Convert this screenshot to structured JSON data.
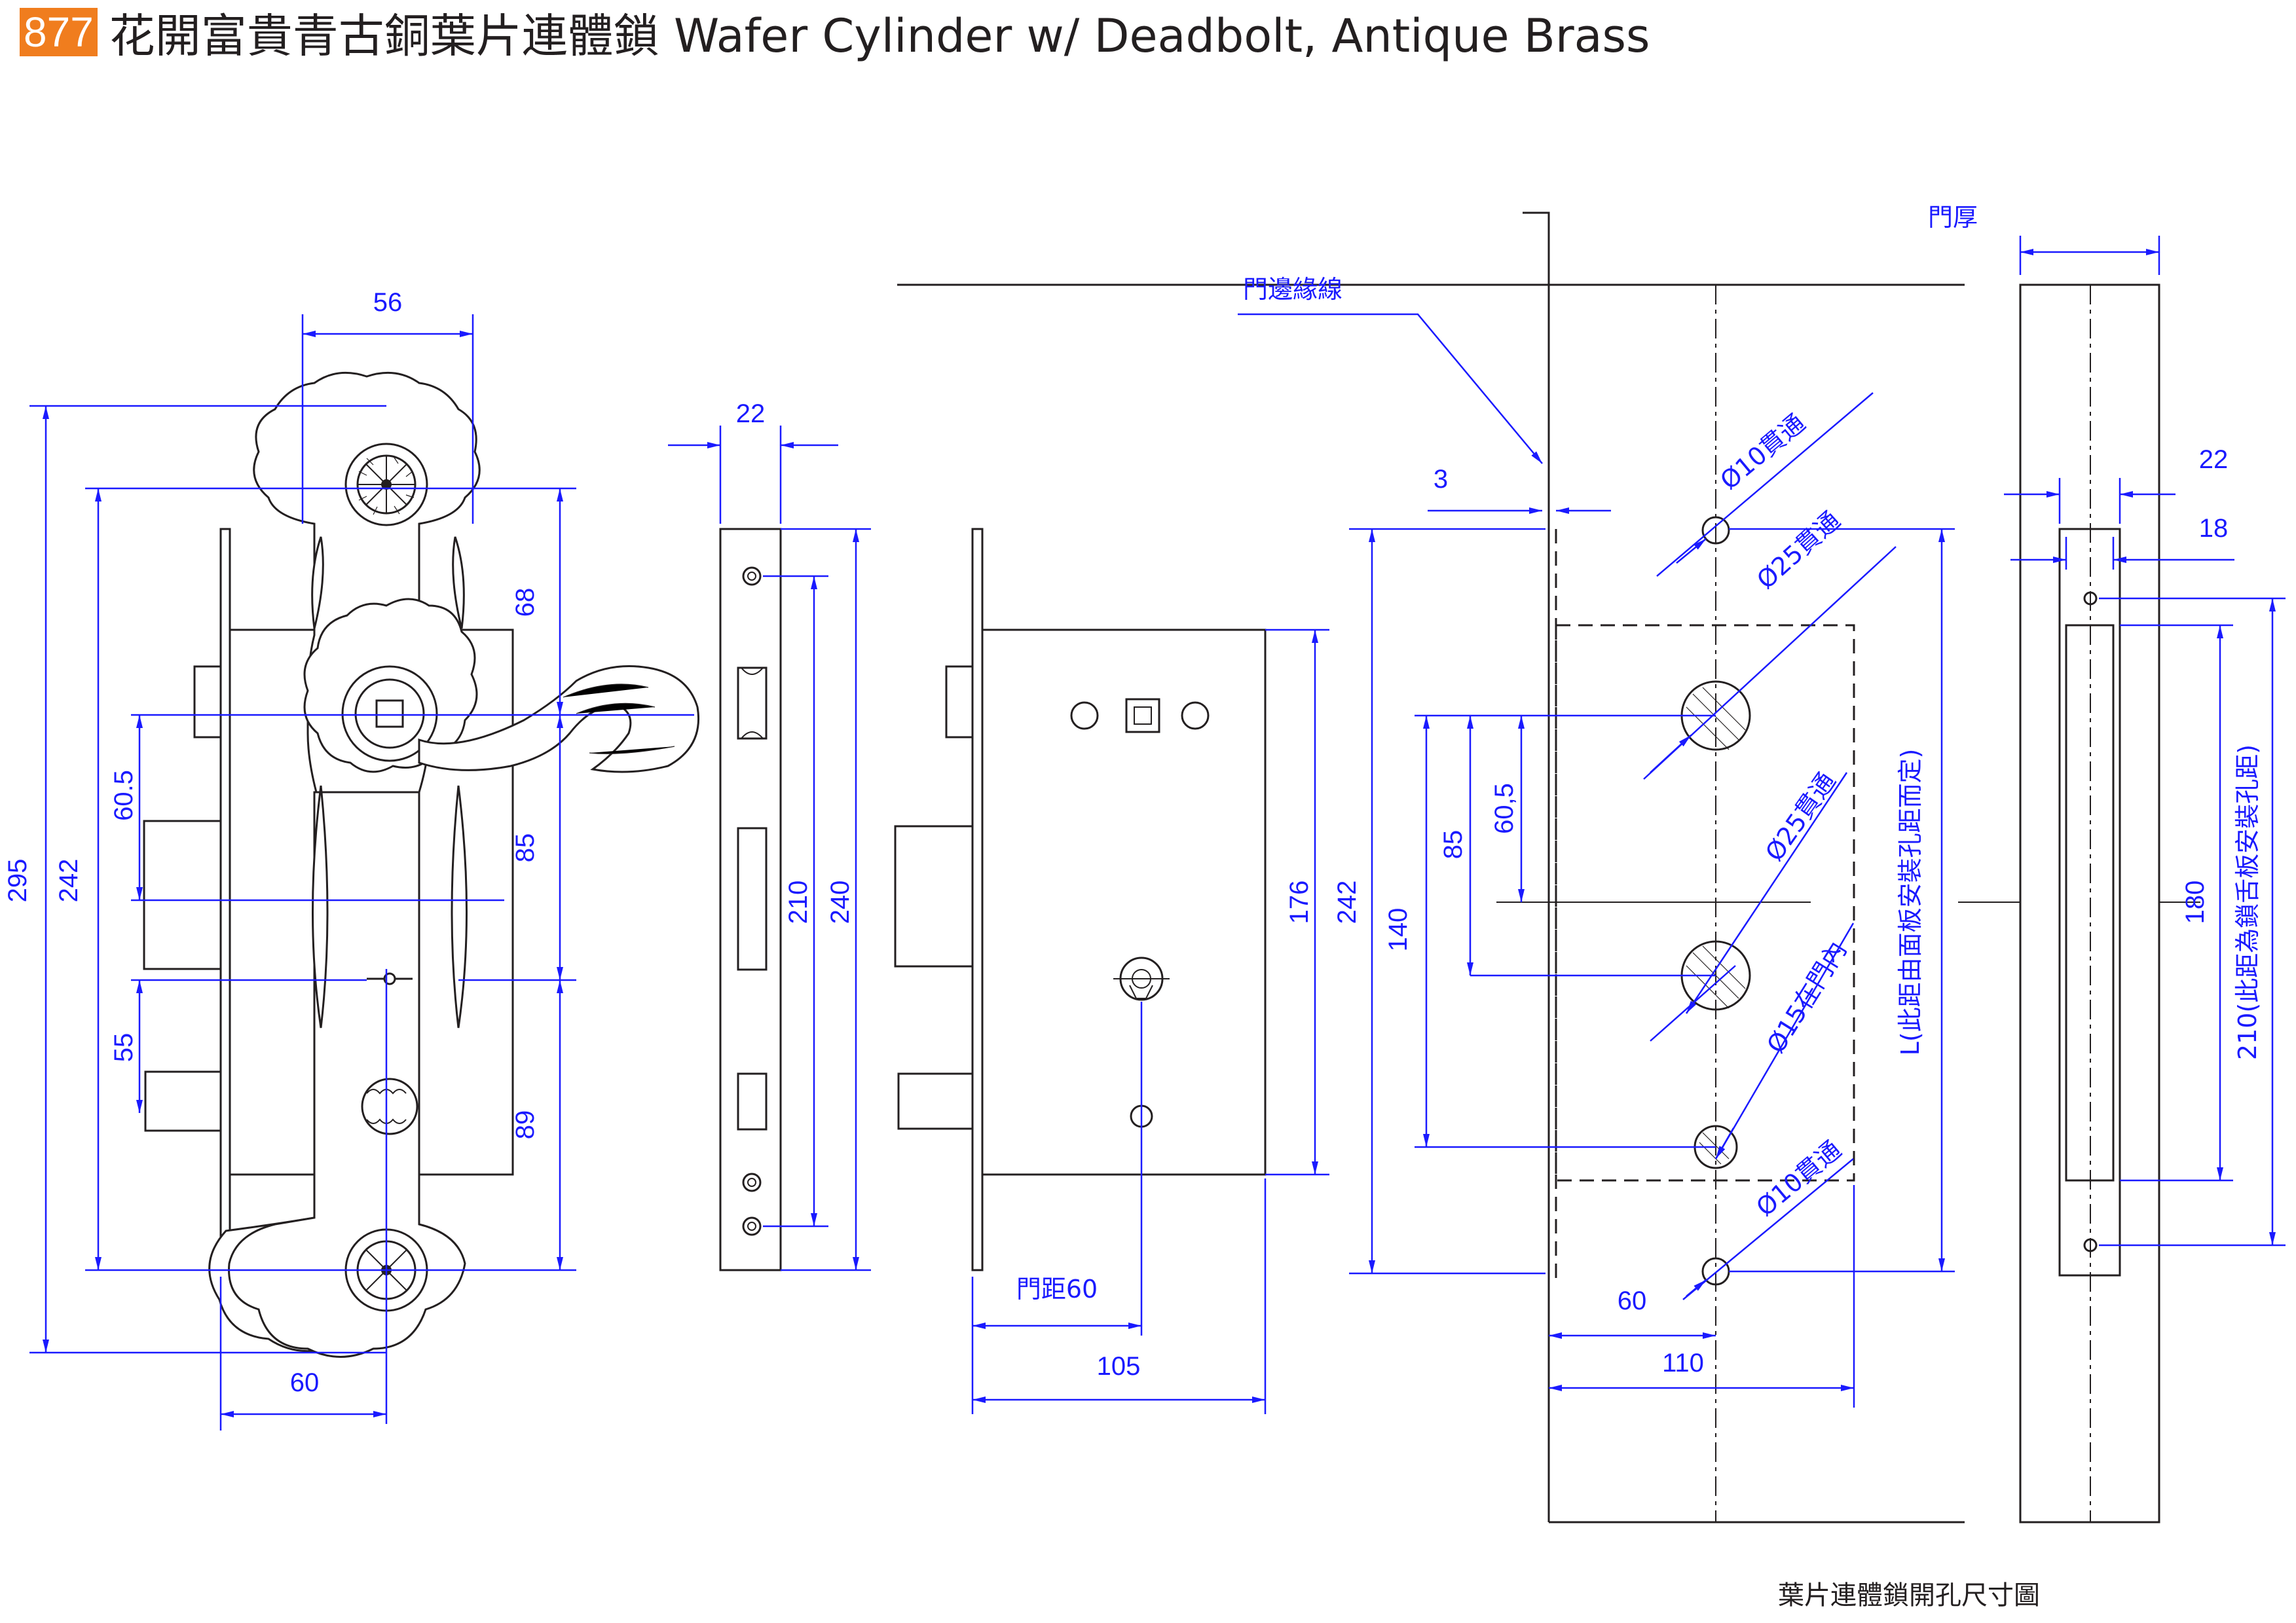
{
  "header": {
    "model_number": "877",
    "title": "花開富貴青古銅葉片連體鎖 Wafer Cylinder w/ Deadbolt, Antique Brass"
  },
  "colors": {
    "badge": "#f07d1e",
    "dimension": "#1a1aff",
    "outline": "#231f20"
  },
  "front_view": {
    "width_top": "56",
    "height_outer": "295",
    "height_plate": "242",
    "upper_height": "68",
    "spindle_to_key": "85",
    "key_to_bottom": "89",
    "latch_offset": "60.5",
    "bolt_offset": "55",
    "backset": "60"
  },
  "faceplate_view": {
    "width": "22",
    "hole_spacing": "210",
    "length": "240"
  },
  "side_view": {
    "case_height": "176",
    "backset": "門距60",
    "depth": "105"
  },
  "door_template": {
    "door_edge_label": "門邊緣線",
    "door_thickness_label": "門厚",
    "edge_offset": "3",
    "hole_top": "Ø10貫通",
    "hole_upper": "Ø25貫通",
    "hole_middle": "Ø25貫通",
    "hole_inner": "Ø15在門內",
    "hole_bottom": "Ø10貫通",
    "height_242": "242",
    "height_140": "140",
    "height_85": "85",
    "height_60_5": "60,5",
    "variable_length": "L(此距由面板安裝孔距而定)",
    "backset": "60",
    "mortise_depth": "110"
  },
  "edge_view": {
    "width_outer": "22",
    "width_inner": "18",
    "slot_length": "180",
    "hole_spacing": "210(此距為鎖舌板安裝孔距)"
  },
  "footer_caption": "葉片連體鎖開孔尺寸圖"
}
